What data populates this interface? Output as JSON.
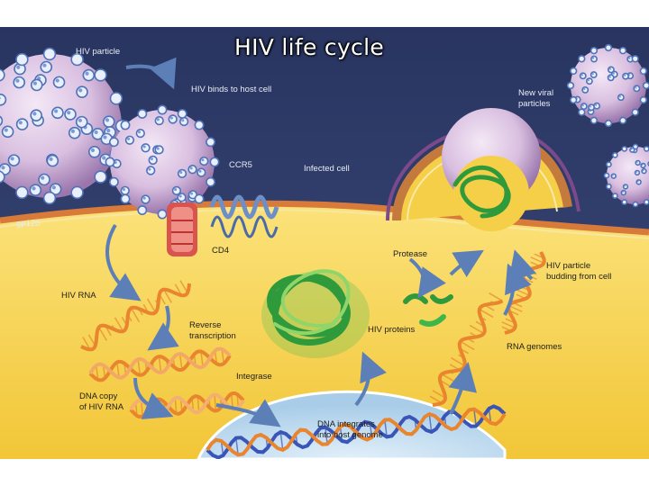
{
  "title": "HIV life cycle",
  "labels": {
    "hiv_particle": "HIV particle",
    "hiv_binds": "HIV binds to host cell",
    "new_viral_particles_1": "New viral",
    "new_viral_particles_2": "particles",
    "ccr5": "CCR5",
    "infected_cell": "Infected cell",
    "gp120": "gp120",
    "cd4": "CD4",
    "protease": "Protease",
    "budding_1": "HIV particle",
    "budding_2": "budding from cell",
    "hiv_rna": "HIV RNA",
    "reverse_transcription_1": "Reverse",
    "reverse_transcription_2": "transcription",
    "hiv_proteins": "HIV proteins",
    "rna_genomes": "RNA genomes",
    "integrase": "Integrase",
    "dna_copy_1": "DNA copy",
    "dna_copy_2": "of HIV RNA",
    "dna_integrates_1": "DNA integrates",
    "dna_integrates_2": "into host genome"
  },
  "colors": {
    "background": "#2e3a66",
    "cytoplasm": "#f6d24a",
    "membrane": "#d87b3a",
    "virion": "#d9bfe0",
    "spike": "#6b8fd0",
    "protein": "#3db64a",
    "rna": "#e8852e",
    "dna_blue": "#3a55b8",
    "nucleus": "#c4dff2"
  }
}
